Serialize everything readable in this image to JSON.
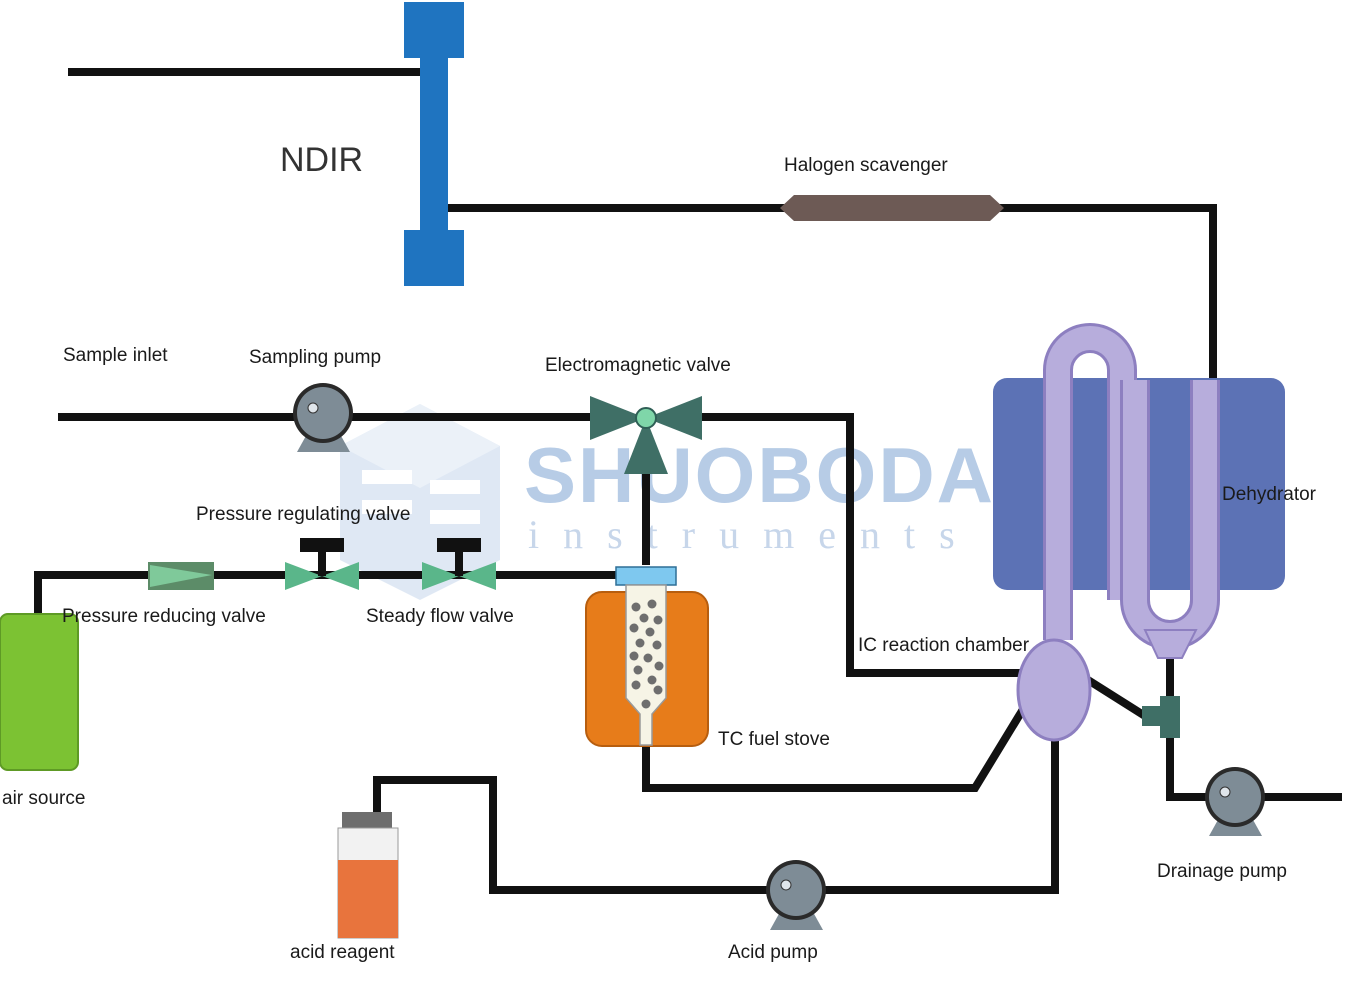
{
  "labels": {
    "ndir": "NDIR",
    "halogen_scavenger": "Halogen scavenger",
    "sample_inlet": "Sample inlet",
    "sampling_pump": "Sampling pump",
    "electromagnetic_valve": "Electromagnetic valve",
    "dehydrator": "Dehydrator",
    "pressure_regulating_valve": "Pressure regulating valve",
    "pressure_reducing_valve": "Pressure reducing valve",
    "steady_flow_valve": "Steady flow valve",
    "ic_reaction_chamber": "IC reaction chamber",
    "tc_fuel_stove": "TC fuel stove",
    "air_source": "air source",
    "drainage_pump": "Drainage pump",
    "acid_reagent": "acid reagent",
    "acid_pump": "Acid pump"
  },
  "watermark": {
    "brand": "SHUOBODA",
    "subtitle": "instruments"
  },
  "colors": {
    "pipe": "#111111",
    "ndir": "#1f74c0",
    "scavenger": "#6d5a55",
    "dehydrator": "#5c72b5",
    "dehydrator_tube": "#b7addc",
    "air_source": "#7cc233",
    "fuel_stove": "#e77c1a",
    "pump": "#7e8c96",
    "valve": "#3f6f66",
    "acid_reagent": "#e8743d",
    "watermark": "#b7cce6"
  }
}
